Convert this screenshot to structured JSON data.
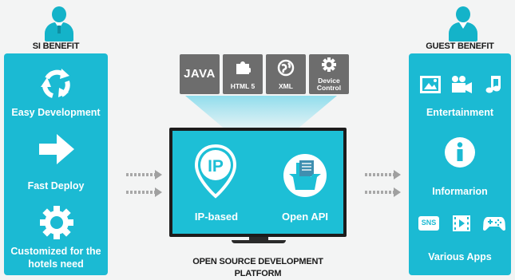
{
  "si": {
    "title": "SI BENEFIT",
    "items": [
      {
        "label": "Easy Development",
        "icon": "recycle-arrows-icon"
      },
      {
        "label": "Fast Deploy",
        "icon": "right-arrow-icon"
      },
      {
        "label": "Customized for the hotels need",
        "icon": "gear-icon"
      }
    ]
  },
  "guest": {
    "title": "GUEST BENEFIT",
    "items": [
      {
        "label": "Entertainment",
        "icons": [
          "image-icon",
          "video-camera-icon",
          "music-note-icon"
        ]
      },
      {
        "label": "Informarion",
        "icon": "info-icon"
      },
      {
        "label": "Various Apps",
        "icons": [
          "sns-icon",
          "film-icon",
          "gamepad-icon"
        ],
        "sns_text": "SNS"
      }
    ]
  },
  "technologies": [
    {
      "label": "JAVA",
      "icon": "java-text"
    },
    {
      "label": "HTML 5",
      "icon": "puzzle-icon"
    },
    {
      "label": "XML",
      "icon": "globe-icon"
    },
    {
      "label": "Device Control",
      "label_line1": "Device",
      "label_line2": "Control",
      "icon": "gear-icon"
    }
  ],
  "tv": {
    "left": {
      "label": "IP-based",
      "badge": "IP",
      "icon": "map-pin-icon"
    },
    "right": {
      "label": "Open API",
      "icon": "open-box-icon"
    }
  },
  "platform": {
    "line1": "OPEN SOURCE DEVELOPMENT",
    "line2": "PLATFORM"
  },
  "colors": {
    "accent": "#1bbad3",
    "tech_tile": "#6d6d6d",
    "tv_frame": "#1c1c1c",
    "background": "#f3f4f4"
  }
}
